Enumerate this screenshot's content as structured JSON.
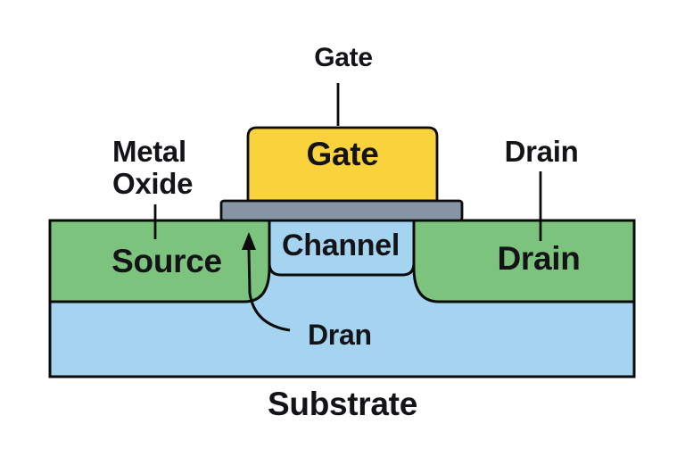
{
  "callouts": {
    "gate": "Gate",
    "metal_oxide": {
      "line1": "Metal",
      "line2": "Oxide"
    },
    "drain": "Drain",
    "dran": "Dran"
  },
  "regions": {
    "gate": "Gate",
    "source": "Source",
    "drain": "Drain",
    "channel": "Channel",
    "substrate": "Substrate"
  },
  "icons": {
    "dran_arrow": "curved-arrow-up"
  },
  "colors": {
    "gate_yellow": "#FAD23B",
    "oxide_gray": "#8794A4",
    "region_green": "#7CC47E",
    "substrate_blue": "#A4D4EF",
    "outline": "#0B0B0B",
    "text": "#141418",
    "background": "#FFFFFF"
  }
}
